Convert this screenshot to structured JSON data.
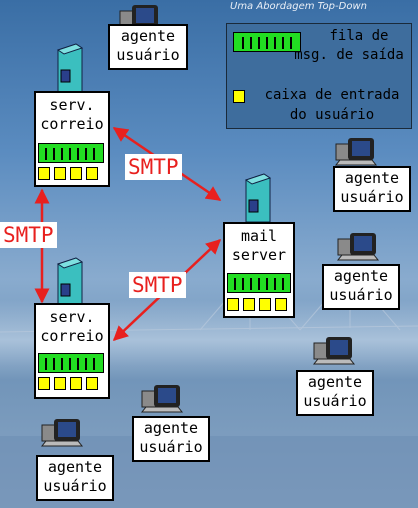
{
  "subtitle": "Uma Abordagem Top-Down",
  "legend": {
    "queue_line1": "fila de",
    "queue_line2": "msg. de saída",
    "mailbox_line1": "caixa de entrada",
    "mailbox_line2": "do usuário"
  },
  "servers": {
    "top": {
      "line1": "serv.",
      "line2": "correio"
    },
    "bottom": {
      "line1": "serv.",
      "line2": "correio"
    },
    "mail": {
      "line1": "mail",
      "line2": "server"
    }
  },
  "protocol_label": "SMTP",
  "user_agents": [
    {
      "line1": "agente",
      "line2": "usuário"
    },
    {
      "line1": "agente",
      "line2": "usuário"
    },
    {
      "line1": "agente",
      "line2": "usuário"
    },
    {
      "line1": "agente",
      "line2": "usuário"
    },
    {
      "line1": "agente",
      "line2": "usuário"
    },
    {
      "line1": "agente",
      "line2": "usuário"
    }
  ],
  "colors": {
    "queue": "#22dd22",
    "mailbox": "#ffff00",
    "smtp_text": "#e8201e",
    "arrow": "#e8201e",
    "tower": "#3bbfbf",
    "legend_bg": "#3e6d9d"
  },
  "icons": [
    "desktop-computer-icon",
    "server-tower-icon"
  ]
}
